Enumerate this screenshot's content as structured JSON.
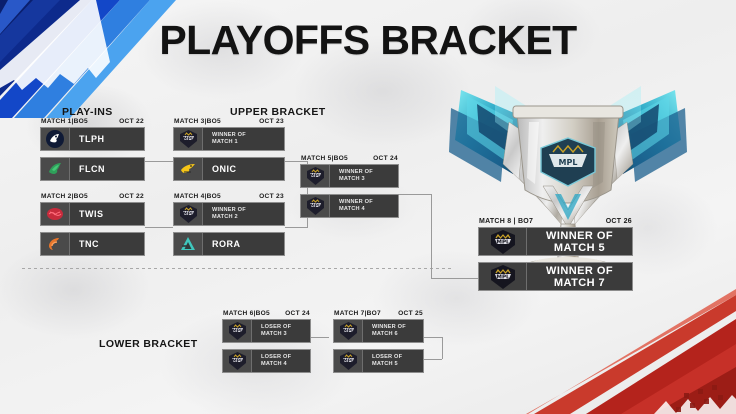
{
  "page": {
    "title": "PLAYOFFS BRACKET",
    "background_color": "#f2f2f2",
    "accent_blue": "#1034a6",
    "accent_blue_light": "#3c9ce8",
    "accent_red": "#c0271f",
    "card_color": "#3b3b3b",
    "card_border": "#8d8d8d"
  },
  "sections": {
    "play_ins": "PLAY-INS",
    "upper_bracket": "UPPER BRACKET",
    "lower_bracket": "LOWER BRACKET"
  },
  "matches": [
    {
      "id": "match-1",
      "label": "MATCH 1|BO5",
      "date": "OCT 22",
      "slots": [
        {
          "name": "TLPH",
          "logo": "team-tlph-logo",
          "tbd": false
        },
        {
          "name": "FLCN",
          "logo": "team-flcn-logo",
          "tbd": false
        }
      ]
    },
    {
      "id": "match-2",
      "label": "MATCH 2|BO5",
      "date": "OCT 22",
      "slots": [
        {
          "name": "TWIS",
          "logo": "team-twis-logo",
          "tbd": false
        },
        {
          "name": "TNC",
          "logo": "team-tnc-logo",
          "tbd": false
        }
      ]
    },
    {
      "id": "match-3",
      "label": "MATCH 3|BO5",
      "date": "OCT 23",
      "slots": [
        {
          "name": "WINNER OF\nMATCH 1",
          "logo": "mpl-crest-logo",
          "tbd": true
        },
        {
          "name": "ONIC",
          "logo": "team-onic-logo",
          "tbd": false
        }
      ]
    },
    {
      "id": "match-4",
      "label": "MATCH 4|BO5",
      "date": "OCT 23",
      "slots": [
        {
          "name": "WINNER OF\nMATCH 2",
          "logo": "mpl-crest-logo",
          "tbd": true
        },
        {
          "name": "RORA",
          "logo": "team-rora-logo",
          "tbd": false
        }
      ]
    },
    {
      "id": "match-5",
      "label": "MATCH 5|BO5",
      "date": "OCT 24",
      "slots": [
        {
          "name": "WINNER OF\nMATCH 3",
          "logo": "mpl-crest-logo",
          "tbd": true
        },
        {
          "name": "WINNER OF\nMATCH 4",
          "logo": "mpl-crest-logo",
          "tbd": true
        }
      ]
    },
    {
      "id": "match-6",
      "label": "MATCH 6|BO5",
      "date": "OCT 24",
      "slots": [
        {
          "name": "LOSER OF\nMATCH 3",
          "logo": "mpl-crest-logo",
          "tbd": true
        },
        {
          "name": "LOSER OF\nMATCH 4",
          "logo": "mpl-crest-logo",
          "tbd": true
        }
      ]
    },
    {
      "id": "match-7",
      "label": "MATCH 7|BO7",
      "date": "OCT 25",
      "slots": [
        {
          "name": "WINNER OF\nMATCH 6",
          "logo": "mpl-crest-logo",
          "tbd": true
        },
        {
          "name": "LOSER OF\nMATCH 5",
          "logo": "mpl-crest-logo",
          "tbd": true
        }
      ]
    },
    {
      "id": "match-8",
      "label": "MATCH 8 | BO7",
      "date": "OCT 26",
      "slots": [
        {
          "name": "WINNER OF MATCH 5",
          "logo": "mpl-crest-logo",
          "tbd": false
        },
        {
          "name": "WINNER OF MATCH 7",
          "logo": "mpl-crest-logo",
          "tbd": false
        }
      ]
    }
  ],
  "teams": {
    "tlph": {
      "abbr": "TLPH",
      "color": "#0f1a36"
    },
    "flcn": {
      "abbr": "FLCN",
      "color": "#2fa05a"
    },
    "twis": {
      "abbr": "TWIS",
      "color": "#c72b3c"
    },
    "tnc": {
      "abbr": "TNC",
      "color": "#e8752a"
    },
    "onic": {
      "abbr": "ONIC",
      "color": "#f5c518"
    },
    "rora": {
      "abbr": "RORA",
      "color": "#3fc7bd"
    }
  },
  "trophy": {
    "name": "mpl-championship-trophy",
    "body_color": "#cfcfcf",
    "wing_color": "#4fd8e8"
  }
}
